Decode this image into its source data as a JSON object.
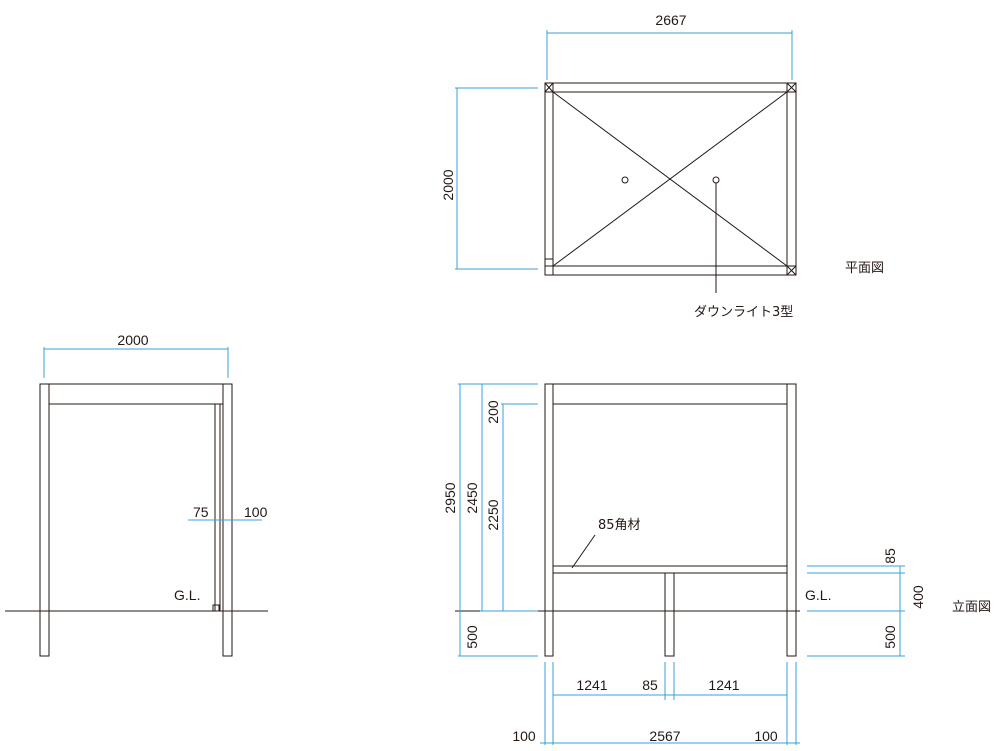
{
  "labels": {
    "plan_title": "平面図",
    "elevation_title": "立面図",
    "downlight": "ダウンライト3型",
    "square_timber": "85角材",
    "gl_side": "G.L.",
    "gl_front": "G.L."
  },
  "plan": {
    "width": "2667",
    "depth": "2000"
  },
  "side": {
    "width": "2000",
    "dim_75": "75",
    "dim_100": "100"
  },
  "front": {
    "total_height": "2950",
    "height_2450": "2450",
    "height_2250": "2250",
    "beam_200": "200",
    "below_gl": "500",
    "right_85": "85",
    "right_400": "400",
    "right_500": "500",
    "span_left": "1241",
    "span_mid": "85",
    "span_right": "1241",
    "bottom_left": "100",
    "bottom_total": "2567",
    "bottom_right": "100"
  }
}
